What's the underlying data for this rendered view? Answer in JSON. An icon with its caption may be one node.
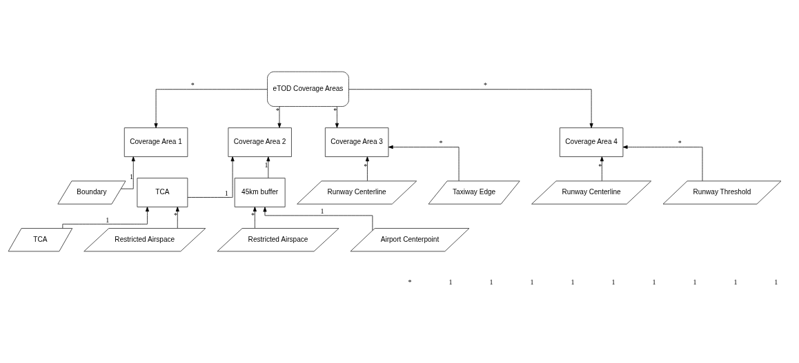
{
  "diagram": {
    "nodes": [
      {
        "text": [
          "eTOD Coverage Areas"
        ]
      },
      {
        "text": [
          "Coverage Area 1"
        ]
      },
      {
        "text": [
          "Coverage Area 2"
        ]
      },
      {
        "text": [
          "Coverage Area 3"
        ]
      },
      {
        "text": [
          "Coverage Area 4"
        ]
      },
      {
        "text": [
          "Boundary"
        ]
      },
      {
        "text": [
          "TCA"
        ]
      },
      {
        "text": [
          "45km buffer"
        ]
      },
      {
        "text": [
          "Runway Centerline"
        ]
      },
      {
        "text": [
          "Taxiway Edge"
        ]
      },
      {
        "text": [
          "Runway Centerline"
        ]
      },
      {
        "text": [
          "Runway Threshold"
        ]
      },
      {
        "text": [
          "TCA"
        ]
      },
      {
        "text": [
          "Restricted Airspace"
        ]
      },
      {
        "text": [
          "Restricted Airspace"
        ]
      },
      {
        "text": [
          "Airport Centerpoint"
        ]
      }
    ],
    "edges": [
      {
        "from": 0,
        "to": 1,
        "arrow": "to",
        "label": "*"
      },
      {
        "from": 0,
        "to": 2,
        "arrow": "to",
        "label": "*"
      },
      {
        "from": 0,
        "to": 3,
        "arrow": "to",
        "label": "*"
      },
      {
        "from": 0,
        "to": 4,
        "arrow": "to",
        "label": "*"
      },
      {
        "from": 5,
        "to": 1,
        "arrow": "to",
        "label": "1"
      },
      {
        "from": 6,
        "to": 2,
        "arrow": "to",
        "label": "1"
      },
      {
        "from": 7,
        "to": 2,
        "arrow": "to",
        "label": "1"
      },
      {
        "from": 8,
        "to": 3,
        "arrow": "to",
        "label": "*"
      },
      {
        "from": 9,
        "to": 3,
        "arrow": "to",
        "label": "*"
      },
      {
        "from": 10,
        "to": 4,
        "arrow": "to",
        "label": "*"
      },
      {
        "from": 11,
        "to": 4,
        "arrow": "to",
        "label": "*"
      },
      {
        "from": 12,
        "to": 6,
        "arrow": "to",
        "label": "1"
      },
      {
        "from": 13,
        "to": 6,
        "arrow": "to",
        "label": "*"
      },
      {
        "from": 14,
        "to": 7,
        "arrow": "to",
        "label": "*"
      },
      {
        "from": 15,
        "to": 7,
        "arrow": "to",
        "label": "1"
      }
    ],
    "labels": [
      "*",
      "1",
      "1",
      "1",
      "1",
      "1",
      "1",
      "1",
      "1",
      "1"
    ]
  }
}
